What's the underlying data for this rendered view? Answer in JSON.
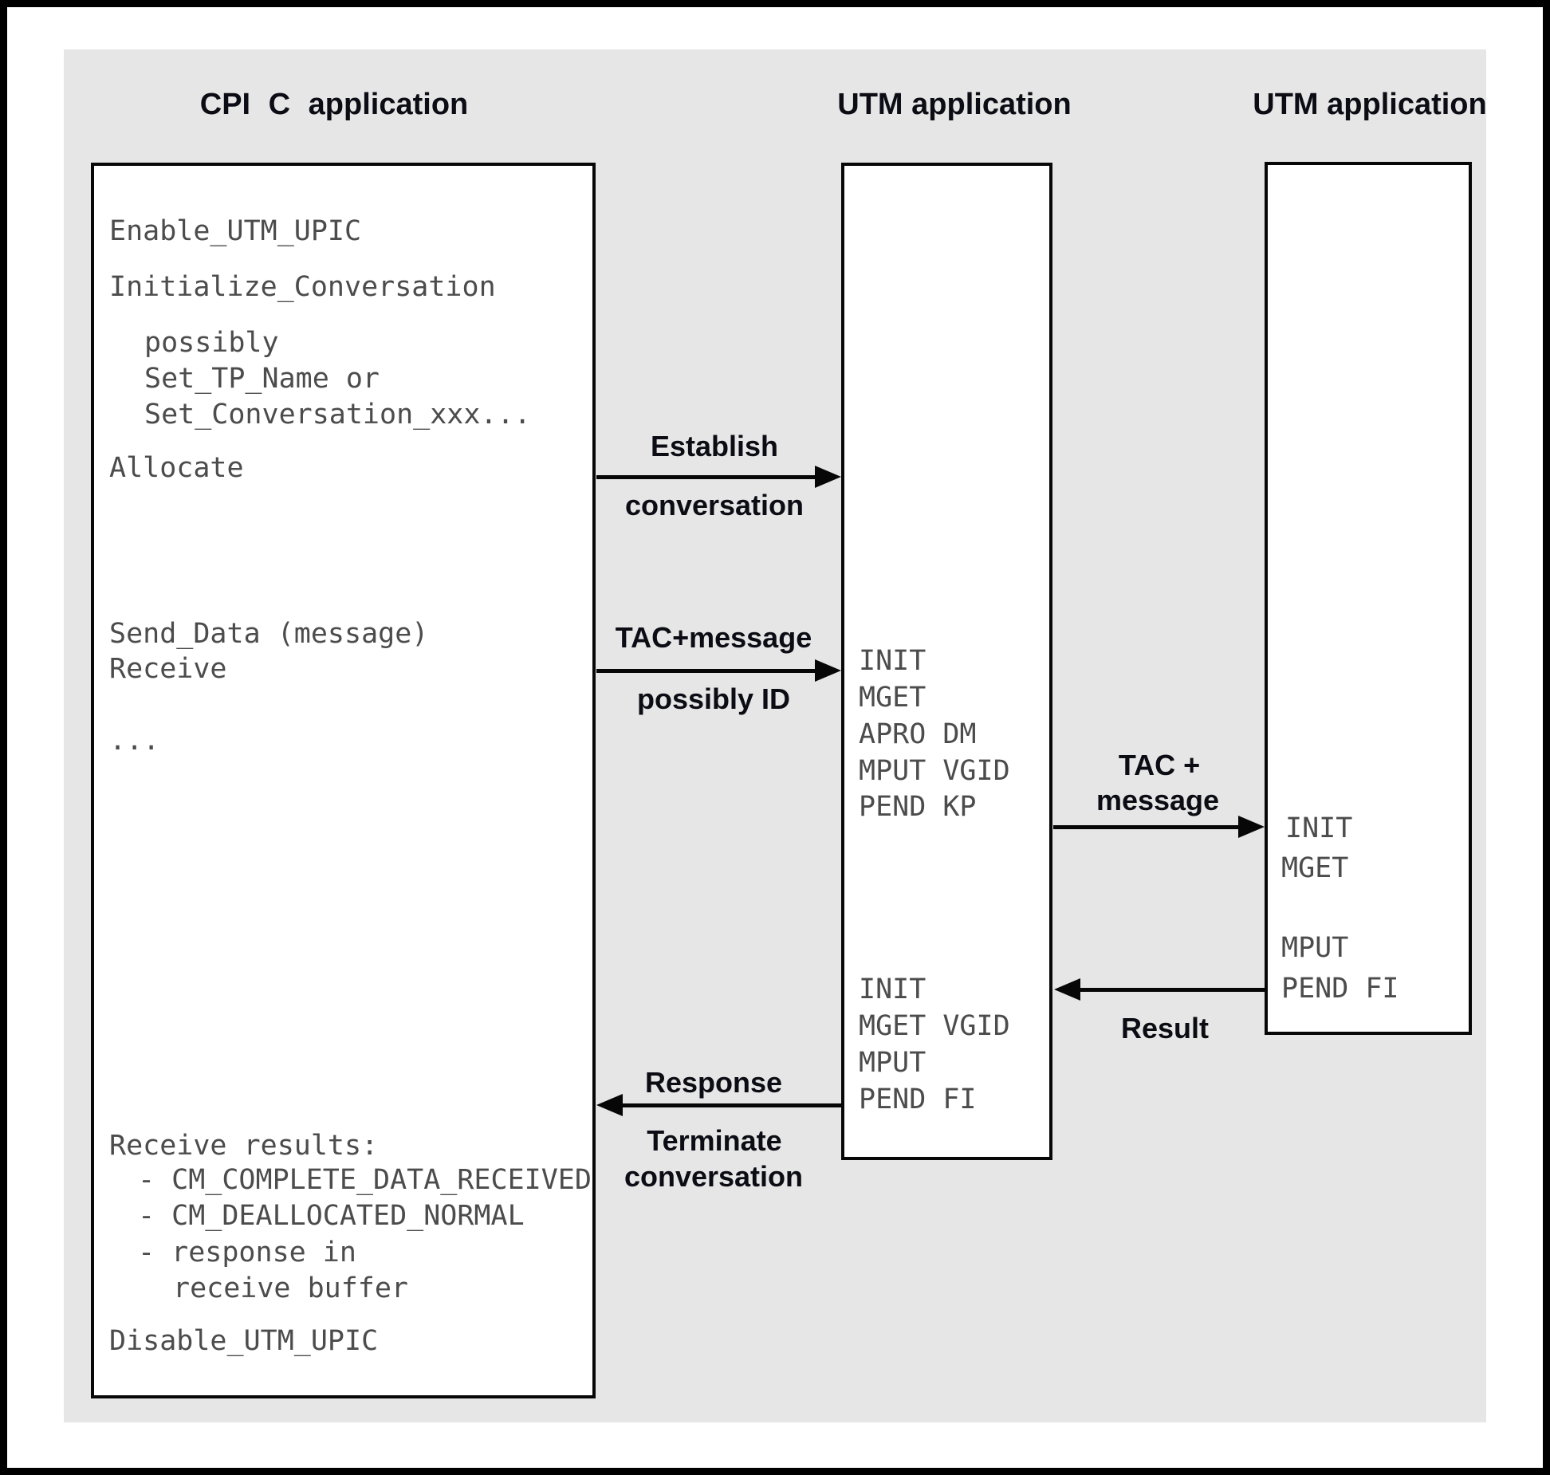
{
  "headers": {
    "col1": "CPI C application",
    "col2": "UTM application",
    "col3": "UTM application"
  },
  "cpic_box": {
    "lines": [
      "Enable_UTM_UPIC",
      "Initialize_Conversation",
      "possibly",
      "Set_TP_Name or",
      "Set_Conversation_xxx...",
      "Allocate",
      "Send_Data (message)",
      "Receive",
      "...",
      "Receive results:",
      "- CM_COMPLETE_DATA_RECEIVED",
      "- CM_DEALLOCATED_NORMAL",
      "- response in",
      "receive buffer",
      "Disable_UTM_UPIC"
    ]
  },
  "utm_box1": {
    "calls_request": [
      "INIT",
      "MGET",
      "APRO DM",
      "MPUT VGID",
      "PEND KP"
    ],
    "calls_response": [
      "INIT",
      "MGET VGID",
      "MPUT",
      "PEND FI"
    ]
  },
  "utm_box2": {
    "calls_request": [
      "INIT",
      "MGET"
    ],
    "calls_response": [
      "MPUT",
      "PEND FI"
    ]
  },
  "arrows": {
    "establish": {
      "label_top": "Establish",
      "label_bottom": "conversation"
    },
    "tac_message": {
      "label_top": "TAC+message",
      "label_bottom": "possibly ID"
    },
    "tac_message_2": {
      "label_line1": "TAC +",
      "label_line2": "message"
    },
    "result": {
      "label": "Result"
    },
    "response": {
      "label_top": "Response",
      "label_bottom_line1": "Terminate",
      "label_bottom_line2": "conversation"
    }
  },
  "colors": {
    "panel_bg": "#e6e6e6",
    "box_bg": "#ffffff",
    "line_color": "#070707",
    "mono_text": "#4c4c4c",
    "label_text": "#0c0c14"
  }
}
